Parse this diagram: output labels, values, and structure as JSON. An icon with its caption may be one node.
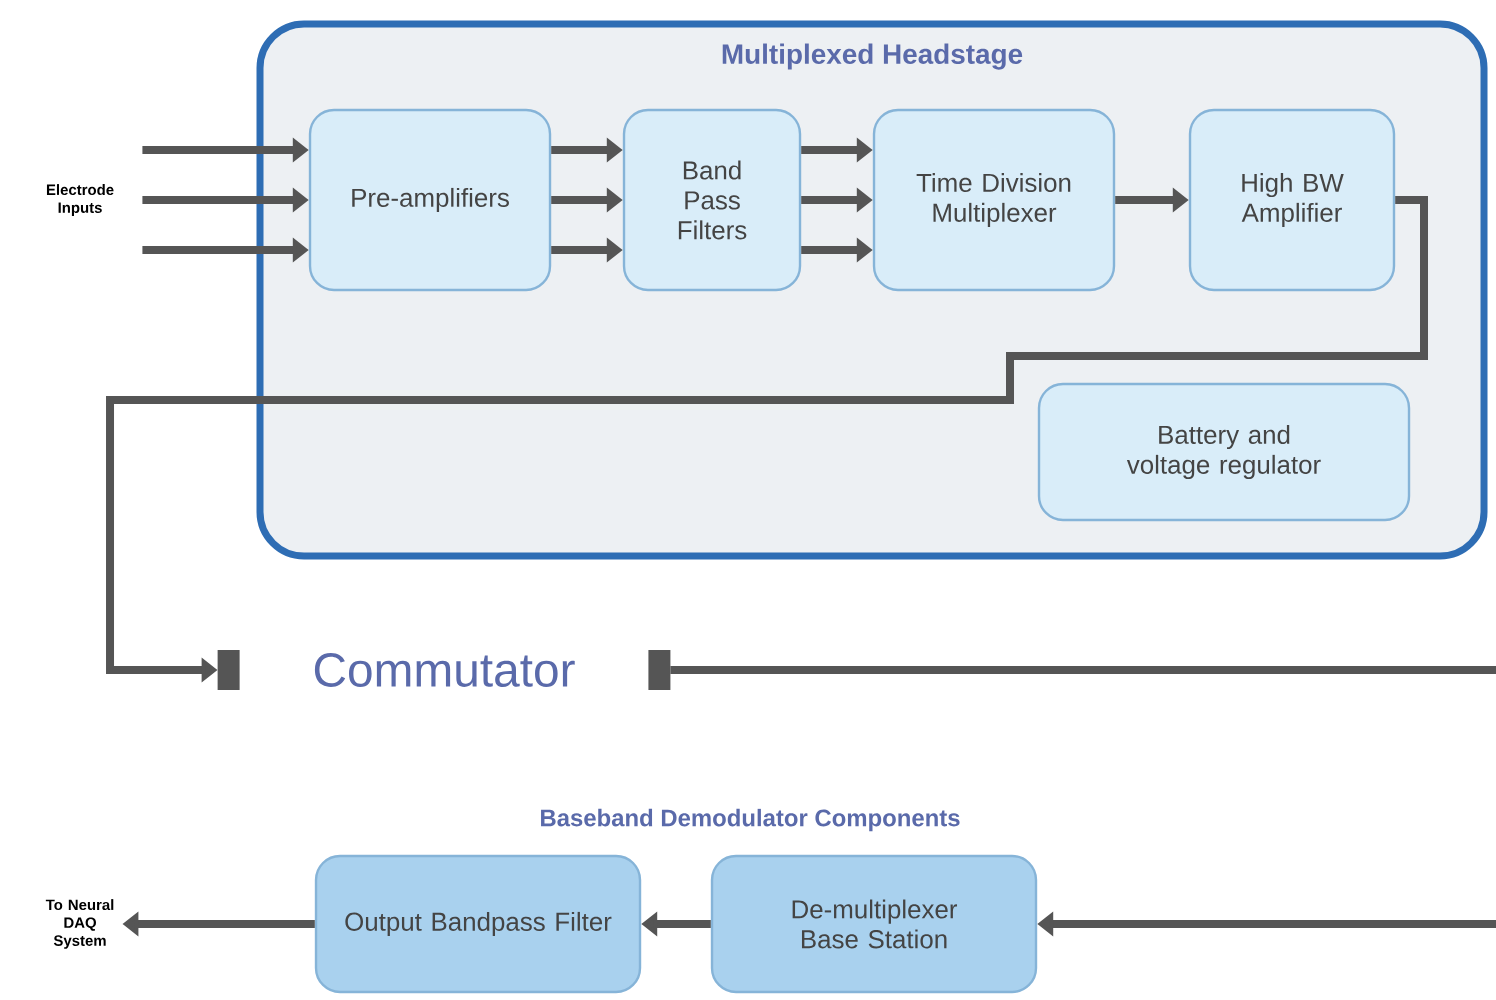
{
  "diagram": {
    "nodes": [
      {
        "text": [
          "Multiplexed Headstage"
        ]
      },
      {
        "text": [
          "Pre-amplifiers"
        ],
        "in": 0
      },
      {
        "text": [
          "Band Pass Filters"
        ],
        "in": 0
      },
      {
        "text": [
          "Time Division Multiplexer"
        ],
        "in": 0
      },
      {
        "text": [
          "High BW Amplifier"
        ],
        "in": 0
      },
      {
        "text": [
          "Battery and voltage regulator"
        ],
        "in": 0
      },
      {
        "text": [
          "Electrode Inputs"
        ]
      },
      {
        "text": [
          "Commutator"
        ]
      },
      {
        "text": [
          "Output Bandpass Filter"
        ]
      },
      {
        "text": [
          "De-multiplexer Base Station"
        ]
      },
      {
        "text": [
          "To Neural DAQ System"
        ]
      }
    ],
    "edges": [
      {
        "from": 6,
        "to": 1,
        "arrow": "to"
      },
      {
        "from": 6,
        "to": 1,
        "arrow": "to"
      },
      {
        "from": 6,
        "to": 1,
        "arrow": "to"
      },
      {
        "from": 1,
        "to": 2,
        "arrow": "to"
      },
      {
        "from": 1,
        "to": 2,
        "arrow": "to"
      },
      {
        "from": 1,
        "to": 2,
        "arrow": "to"
      },
      {
        "from": 2,
        "to": 3,
        "arrow": "to"
      },
      {
        "from": 2,
        "to": 3,
        "arrow": "to"
      },
      {
        "from": 2,
        "to": 3,
        "arrow": "to"
      },
      {
        "from": 3,
        "to": 4,
        "arrow": "to"
      },
      {
        "from": 4,
        "to": 7,
        "arrow": "to"
      },
      {
        "from": 7,
        "to": null,
        "arrow": "none"
      },
      {
        "from": null,
        "to": 9,
        "arrow": "to"
      },
      {
        "from": 9,
        "to": 8,
        "arrow": "to"
      },
      {
        "from": 8,
        "to": 10,
        "arrow": "to"
      }
    ],
    "labels": [
      "Baseband Demodulator Components"
    ]
  }
}
